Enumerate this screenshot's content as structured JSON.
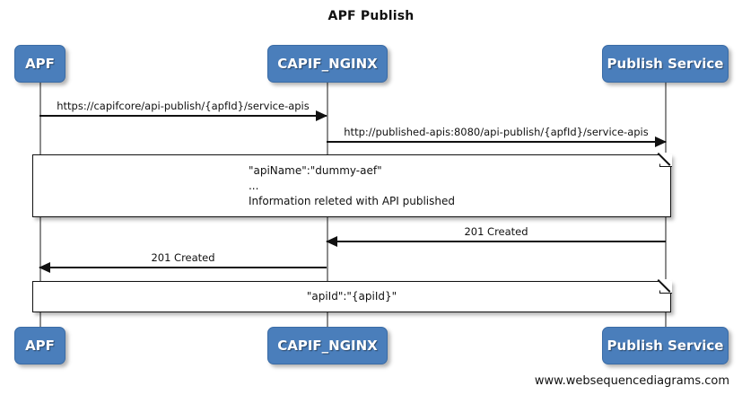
{
  "diagram": {
    "title": "APF Publish",
    "footer": "www.websequencediagrams.com",
    "colors": {
      "participant_fill": "#4a7ebb",
      "participant_text": "#ffffff",
      "line": "#111111",
      "lifeline": "#8c8c8c",
      "note_fill": "#ffffff",
      "background": "#ffffff"
    },
    "participants": [
      {
        "label": "APF"
      },
      {
        "label": "CAPIF_NGINX"
      },
      {
        "label": "Publish Service"
      }
    ],
    "messages": [
      {
        "label": "https://capifcore/api-publish/{apfId}/service-apis",
        "from": "APF",
        "to": "CAPIF_NGINX",
        "direction": "right"
      },
      {
        "label": "http://published-apis:8080/api-publish/{apfId}/service-apis",
        "from": "CAPIF_NGINX",
        "to": "Publish Service",
        "direction": "right"
      },
      {
        "label": "201 Created",
        "from": "Publish Service",
        "to": "CAPIF_NGINX",
        "direction": "left"
      },
      {
        "label": "201 Created",
        "from": "CAPIF_NGINX",
        "to": "APF",
        "direction": "left"
      }
    ],
    "notes": [
      {
        "lines": [
          "\"apiName\":\"dummy-aef\"",
          "...",
          "Information releted with API published"
        ],
        "align": "left"
      },
      {
        "lines": [
          "\"apiId\":\"{apiId}\""
        ],
        "align": "center"
      }
    ]
  }
}
